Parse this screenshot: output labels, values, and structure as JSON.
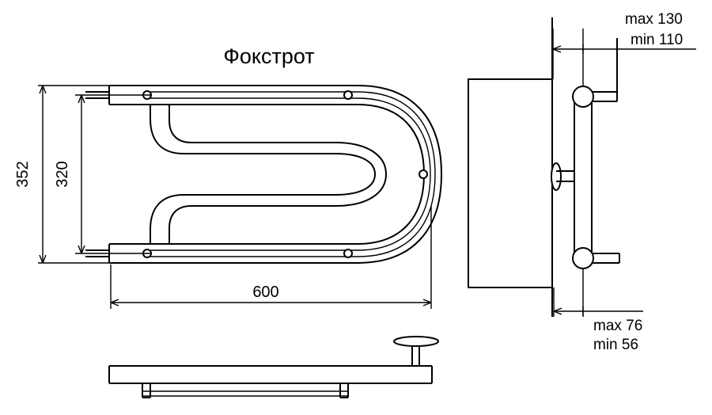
{
  "drawing": {
    "title": "Фокстрот",
    "type": "technical-dimension-drawing",
    "subject": "heated towel rail",
    "units": "mm",
    "front_view": {
      "dimensions": {
        "overall_height": "352",
        "inner_height": "320",
        "overall_width": "600"
      }
    },
    "side_view": {
      "top_note": {
        "max_label": "max 130",
        "min_label": "min 110"
      },
      "bottom_note": {
        "max_label": "max 76",
        "min_label": "min 56"
      }
    },
    "colors": {
      "line": "#000000",
      "background": "#ffffff"
    }
  },
  "chart_data": {
    "type": "table",
    "title": "Фокстрот",
    "categories": [
      "352",
      "320",
      "600",
      "max 130",
      "min 110",
      "max 76",
      "min 56"
    ],
    "values": [
      352,
      320,
      600,
      130,
      110,
      76,
      56
    ],
    "xlabel": "",
    "ylabel": "mm"
  }
}
